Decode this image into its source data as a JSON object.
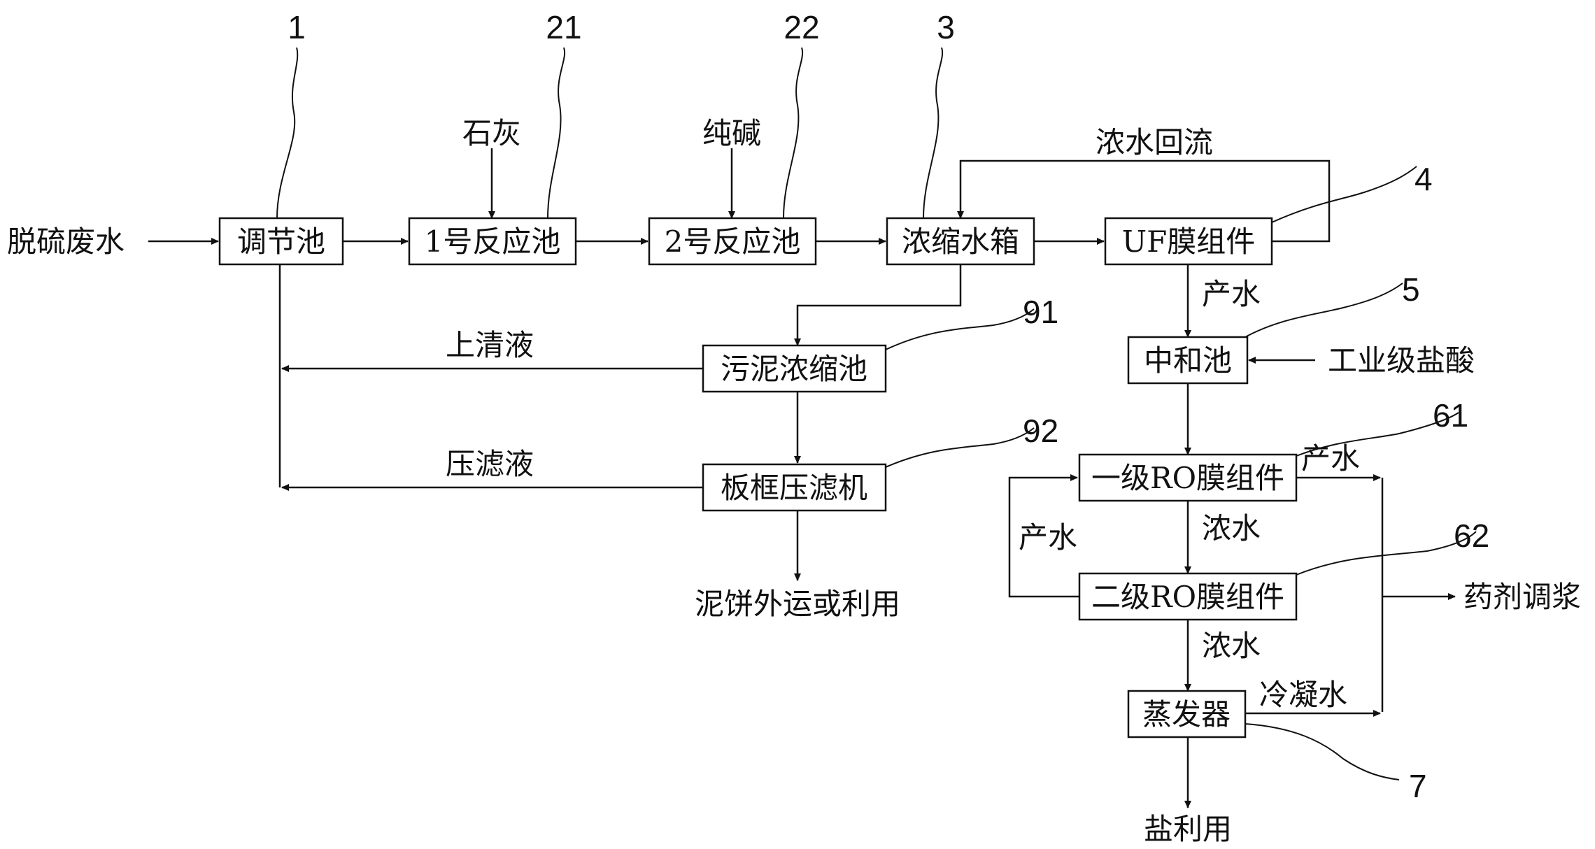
{
  "nodes": {
    "tiaojiechi": "调节池",
    "reactor1": "1号反应池",
    "reactor2": "2号反应池",
    "concentrate_tank": "浓缩水箱",
    "uf_module": "UF膜组件",
    "neutralization": "中和池",
    "sludge_thickener": "污泥浓缩池",
    "filter_press": "板框压滤机",
    "ro1": "一级RO膜组件",
    "ro2": "二级RO膜组件",
    "evaporator": "蒸发器"
  },
  "labels": {
    "input": "脱硫废水",
    "lime": "石灰",
    "soda": "纯碱",
    "reflux": "浓水回流",
    "product_uf": "产水",
    "hcl": "工业级盐酸",
    "supernatant": "上清液",
    "filtrate": "压滤液",
    "sludge_cake": "泥饼外运或利用",
    "product_ro1": "产水",
    "concentrate_ro1": "浓水",
    "product_ro2": "产水",
    "concentrate_ro2": "浓水",
    "condensate": "冷凝水",
    "dosing": "药剂调浆",
    "salt": "盐利用"
  },
  "refs": {
    "r1": "1",
    "r21": "21",
    "r22": "22",
    "r3": "3",
    "r4": "4",
    "r5": "5",
    "r91": "91",
    "r92": "92",
    "r61": "61",
    "r62": "62",
    "r7": "7"
  }
}
